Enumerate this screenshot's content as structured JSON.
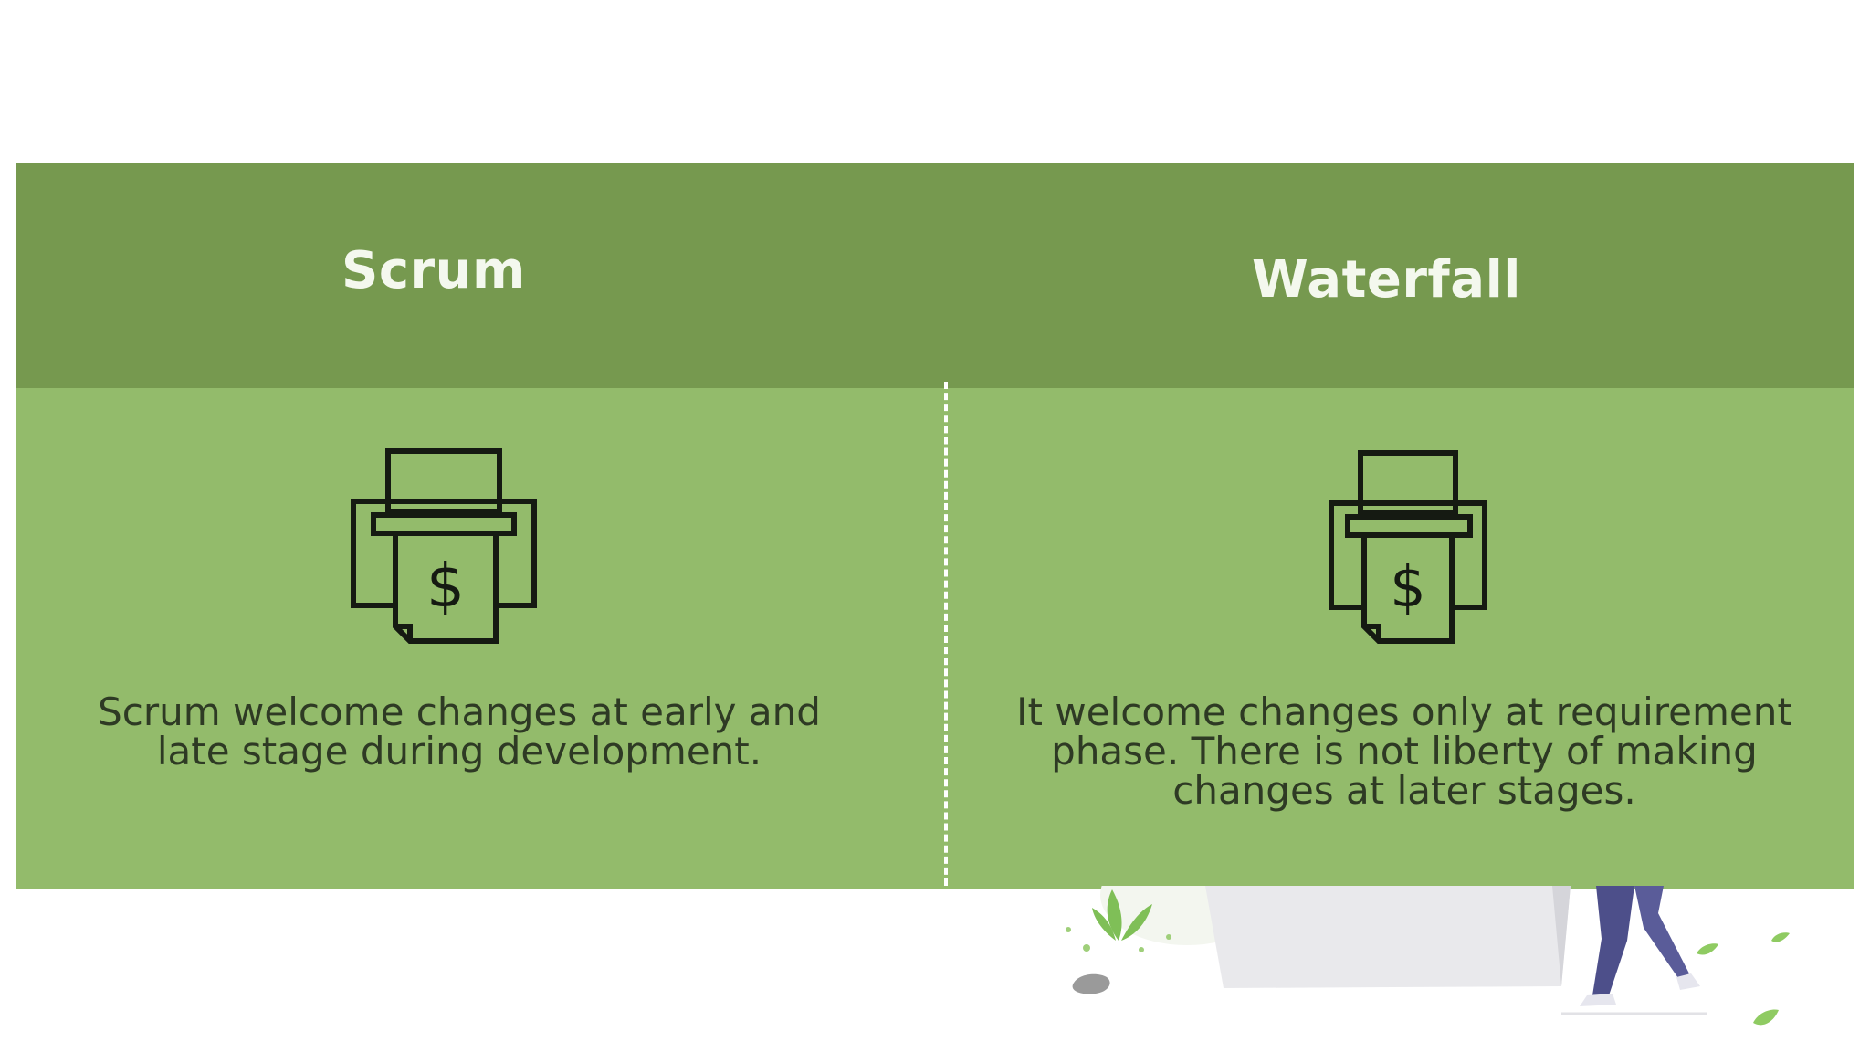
{
  "columns": [
    {
      "title": "Scrum",
      "icon": "printer-dollar-icon",
      "description": "Scrum welcome changes at early and late stage during development."
    },
    {
      "title": "Waterfall",
      "icon": "printer-dollar-icon",
      "description": "It welcome changes only at requirement phase. There is not liberty of making changes at later stages."
    }
  ],
  "colors": {
    "header": "#76994f",
    "body": "#93bb6b",
    "title_text": "#f4f8ee",
    "body_text": "#2e3a24"
  }
}
